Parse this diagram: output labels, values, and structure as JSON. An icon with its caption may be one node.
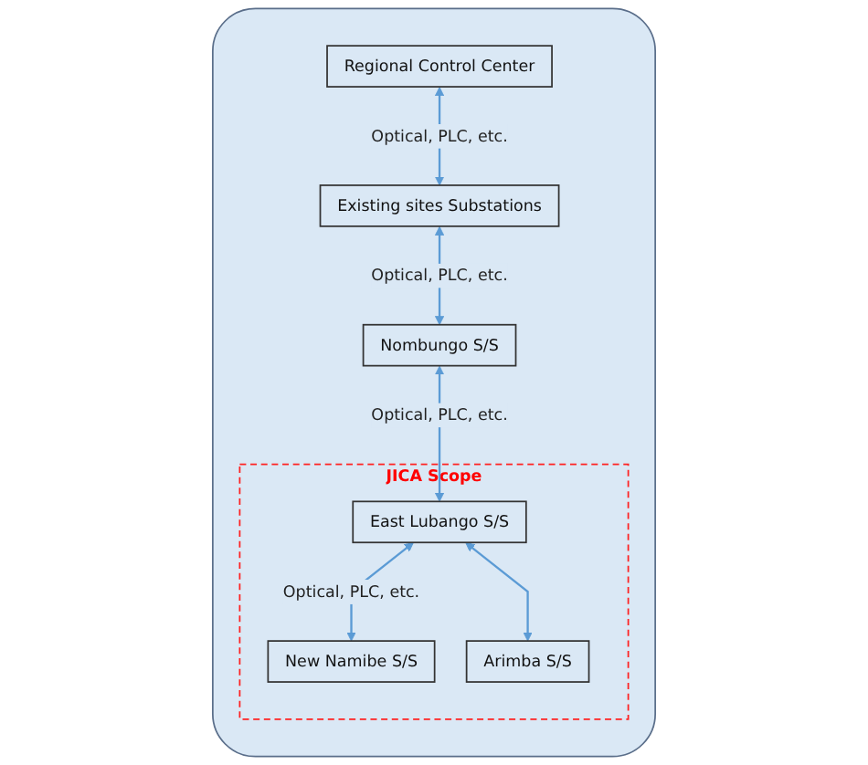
{
  "diagram": {
    "nodes": [
      {
        "text": [],
        "shape": "box"
      },
      {
        "text": [
          "Regional Control Center"
        ],
        "in": 0
      },
      {
        "text": [
          "Existing sites Substations"
        ],
        "in": 0
      },
      {
        "text": [
          "Nombungo S/S"
        ],
        "in": 0
      },
      {
        "text": [
          "JICA Scope"
        ],
        "in": 0
      },
      {
        "text": [
          "East Lubango S/S"
        ],
        "in": 4
      },
      {
        "text": [
          "New Namibe S/S"
        ],
        "in": 4
      },
      {
        "text": [
          "Arimba S/S"
        ],
        "in": 4
      }
    ],
    "edges": [
      {
        "from": 1,
        "to": 2,
        "arrow": "both",
        "label": "Optical, PLC, etc."
      },
      {
        "from": 2,
        "to": 3,
        "arrow": "both",
        "label": "Optical, PLC, etc."
      },
      {
        "from": 3,
        "to": 5,
        "arrow": "both",
        "label": "Optical, PLC, etc."
      },
      {
        "from": 5,
        "to": 6,
        "arrow": "both",
        "label": "Optical, PLC, etc."
      },
      {
        "from": 5,
        "to": 7,
        "arrow": "both"
      }
    ]
  }
}
